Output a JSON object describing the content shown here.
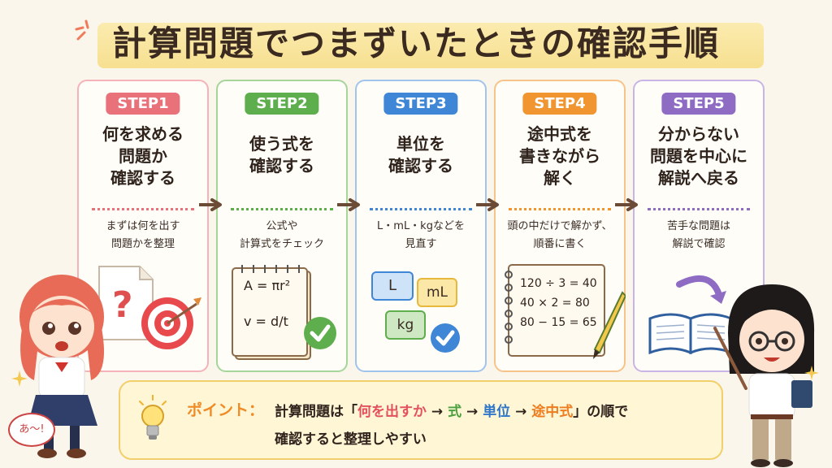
{
  "title": "計算問題でつまずいたときの確認手順",
  "steps": [
    {
      "badge": "STEP1",
      "heading": [
        "何を求める",
        "問題か",
        "確認する"
      ],
      "desc": [
        "まずは何を出す",
        "問題かを整理"
      ],
      "color": "#e8717a",
      "light": "#f3b3b8"
    },
    {
      "badge": "STEP2",
      "heading": [
        "使う式を",
        "確認する"
      ],
      "desc": [
        "公式や",
        "計算式をチェック"
      ],
      "color": "#5fae4e",
      "light": "#a6d59a"
    },
    {
      "badge": "STEP3",
      "heading": [
        "単位を",
        "確認する"
      ],
      "desc": [
        "L・mL・kgなどを",
        "見直す"
      ],
      "color": "#3f86d6",
      "light": "#a0c4ec"
    },
    {
      "badge": "STEP4",
      "heading": [
        "途中式を",
        "書きながら",
        "解く"
      ],
      "desc": [
        "頭の中だけで解かず、",
        "順番に書く"
      ],
      "color": "#f0952f",
      "light": "#f6c48a"
    },
    {
      "badge": "STEP5",
      "heading": [
        "分からない",
        "問題を中心に",
        "解説へ戻る"
      ],
      "desc": [
        "苦手な問題は",
        "解説で確認"
      ],
      "color": "#8e6cc4",
      "light": "#c8b5e6"
    }
  ],
  "illustrations": {
    "step2_formulas": [
      "A = πr²",
      "v = d/t"
    ],
    "step3_units": [
      "L",
      "mL",
      "kg"
    ],
    "step4_calcs": [
      "120 ÷ 3 = 40",
      "40 × 2 = 80",
      "80 − 15 = 65"
    ]
  },
  "point": {
    "label": "ポイント：",
    "line1_pre": "計算問題は「",
    "k1": "何を出すか",
    "k2": "式",
    "k3": "単位",
    "k4": "途中式",
    "line1_post": "」の順で",
    "arrow": " → ",
    "line2": "確認すると整理しやすい",
    "colors": {
      "k1": "#e2515d",
      "k2": "#4aa03d",
      "k3": "#2f77c8",
      "k4": "#ee7d1f"
    }
  },
  "speech": "あ〜!"
}
